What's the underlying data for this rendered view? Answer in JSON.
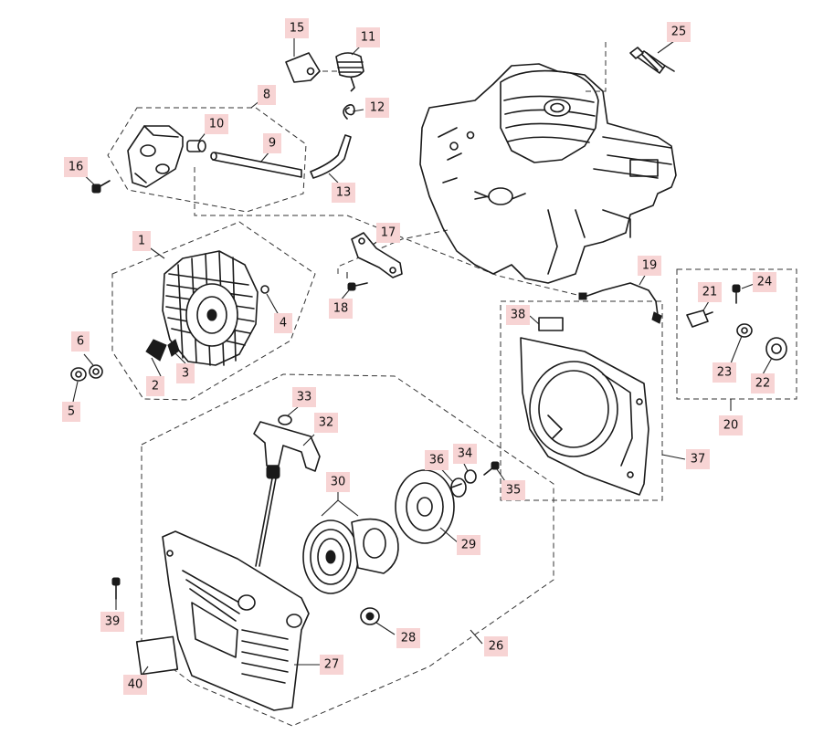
{
  "callouts": [
    "1",
    "2",
    "3",
    "4",
    "5",
    "6",
    "8",
    "9",
    "10",
    "11",
    "12",
    "13",
    "15",
    "16",
    "17",
    "18",
    "19",
    "20",
    "21",
    "22",
    "23",
    "24",
    "25",
    "26",
    "27",
    "28",
    "29",
    "30",
    "32",
    "33",
    "34",
    "35",
    "36",
    "37",
    "38",
    "39",
    "40"
  ],
  "colors": {
    "callout_background": "#f7d4d4",
    "line": "#1a1a1a"
  }
}
